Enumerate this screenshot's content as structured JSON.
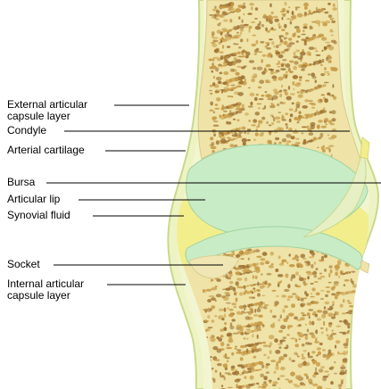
{
  "labels": {
    "external_capsule": [
      "External articular",
      "capsule layer"
    ],
    "condyle": "Condyle",
    "arterial_cartilage": "Arterial cartilage",
    "bursa": "Bursa",
    "articular_lip": "Articular lip",
    "synovial_fluid": "Synovial fluid",
    "socket": "Socket",
    "internal_capsule": [
      "Internal articular",
      "capsule layer"
    ]
  },
  "colors": {
    "capsule_outer": "#eef3c4",
    "capsule_edge": "#c9d98a",
    "bone": "#efe3a8",
    "bone_pore": "#c79a45",
    "bone_pore_dark": "#9e7232",
    "cartilage": "#c8ecc6",
    "synovial_fluid": "#f3ee8c",
    "leader_line": "#000000"
  }
}
